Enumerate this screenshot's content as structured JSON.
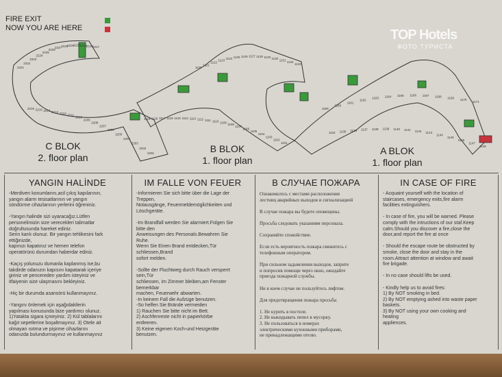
{
  "legend": {
    "fire_exit": "FIRE EXIT",
    "you_are_here": "NOW YOU ARE HERE",
    "fire_exit_color": "#3a9a3a",
    "you_are_here_color": "#c8343c"
  },
  "watermark": {
    "brand": "TOP Hotels",
    "tagline": "ФОТО ТУРИСТА"
  },
  "blocks": [
    {
      "name": "C BLOK",
      "plan": "2. floor plan"
    },
    {
      "name": "B BLOK",
      "plan": "1. floor plan"
    },
    {
      "name": "A BLOK",
      "plan": "1. floor plan"
    }
  ],
  "panels": [
    {
      "title": "YANGIN HALİNDE",
      "text": "-Merdiven konumlarını,acil çıkış kapılarının,\nyangın alarm tesisatlarının ve yangın\nsöndürme cihazlarının yerlerini öğreniniz.\n\n-Yangın halinde sizi uyaracağız.Lütfen\npersonelimizin size verecekleri talimatlar\ndoğrultusunda hareket ediniz.\nSerin kanlı olunuz. Bir yangın tehlikesini fark\nettiğinizde,\nkapınızı kapatınız ve hemen telefon\noperatörünü durumdan haberdar ediniz.\n\n-Kaçış yolunuzu dumanla kaplanmış ise,bu\ntakdirde odanızın kapısını kapatarak içeriye\ngiriniz ve pencereden yardım isteyiniz ve\nitfaiyenin size ulaşmasını bekleyiniz.\n\n-Hiç bir durumda asansörü kullanmayınız.\n\n-Yangını önlemek için aşağıdakilerin\nyapılması konusunda bize yardımcı olunuz.\n1)Yatakta sigara içmeyiniz. 2) Kül tablalarını\nkağıt sepetlerine boşaltmayınız. 3) Otele ait\nolmayan ısıtma ve pişirme cihazlarını\nodanızda bulundurmayınız ve kullanmayınız"
    },
    {
      "title": "IM FALLE VON FEUER",
      "text": "-Informieren Sie sich bitte über die Lage der\nTreppen,\nNotausgänge, Feuermeldemöglichkeiten und\nLöschgeräte.\n\n-Im Brandfall werden Sie alarmiert.Folgen Sie\nbitte den\nAnweisungen des Personals.Bewahren Sie\nRuhe.\nWenn Sie Einen Brand entdecken,Tür\nschliessen,Brand\nsofort melden.\n\n-Sollte der Fluchtweg durch Rauch versperrt\nsein,Tür\nschliessen, im Zimmer bleiben,am Fenster\nbemerkbar\nmachen, Feuerwehr abwarten.\n-In keinem Fall die Aufzüge benutzen.\n-So helfen Sie Brände vermeiden\n1) Rauchen Sie bitte nicht im Bett.\n2) Aschfenreste nicht in papierkörbe\nentleeren.\n3) Keine eigenen Koch-und Heizgeräte\nbenutzen."
    },
    {
      "title": "В СЛУЧАЕ ПОЖАРА",
      "text": "Ознакомьтесь с местами расположения\nлестниц аварийных выходов и сигнализацией\n\nВ случае пожара вы будете оповещены.\n\nПросьба следовать указаниям персонала.\n\nСохраняйте спокойствие.\n\nЕсли есть вероятность пожара свяжитесь с\nтелефонным оператором.\n\nПри сильном задымлении выходов, заприте\nи попросив помощи через окно, ожидайте\nприезда пожарной службы.\n\nНи в коем случае не пользуйтесь лифтом.\n\nДля предотвращения пожара просьба:\n\n1. Не курить в постеле.\n2. Не выкидывать пепел в мусорку.\n3. Не пользоваться в номерах\nэлектрическими кухонными приборами,\nне принадлежащими отелю."
    },
    {
      "title": "IN CASE OF FIRE",
      "text": "- Acquaint yourself with the location of\nstaircases, emergency exits,fire alarm\nfacilities extinguishers.\n\n- In case of fire, you will be warned. Please\ncomply with the intructions of our staf.Keep\ncalm.Should you discover a fire,close the\ndoor,and report the fire at once\n\n- Should the escape route be obstructed by\nsmoke, close the door and stay in the\nroom.Attract attention at window and await\nfire brigade.\n\n- In no case should lifts be used.\n\n- Kindly help us to avoid fires:\n1) By NOT smoking in bed.\n2) By NOT emptying ashed into waste paper\nbaskets.\n3) By NOT using your own cooking and\nheating\nappliences."
    }
  ],
  "rooms": {
    "c_outer": [
      "2221",
      "2222",
      "2223",
      "2224",
      "2225",
      "2226",
      "2227",
      "2228",
      "2229",
      "2220",
      "2219",
      "2218",
      "2217"
    ],
    "c_inner": [
      "2216",
      "2215",
      "2214",
      "2213",
      "2212",
      "2211",
      "2210",
      "2209",
      "2208",
      "2207",
      "2206",
      "2205",
      "2204",
      "2203",
      "2202",
      "2201"
    ],
    "b_outer": [
      "1120",
      "1121",
      "1122",
      "1123",
      "1124",
      "1125",
      "1126",
      "1127",
      "1128",
      "1129",
      "1130",
      "1131",
      "1132",
      "1133"
    ],
    "b_inner": [
      "1119",
      "1118",
      "1117",
      "1116",
      "1115",
      "1114",
      "1113",
      "1112",
      "1111",
      "1110",
      "1109",
      "1108",
      "1107",
      "1106",
      "1105",
      "1104",
      "1103",
      "1102",
      "1101"
    ],
    "a_outer": [
      "1159",
      "1160",
      "1161",
      "1162",
      "1163",
      "1164",
      "1165",
      "1166",
      "1167",
      "1168",
      "1169",
      "1170",
      "1171"
    ],
    "a_inner": [
      "1134",
      "1135",
      "1136",
      "1137",
      "1138",
      "1139",
      "1140",
      "1141",
      "1142",
      "1143",
      "1144",
      "1145",
      "1146",
      "1147",
      "1148"
    ]
  }
}
